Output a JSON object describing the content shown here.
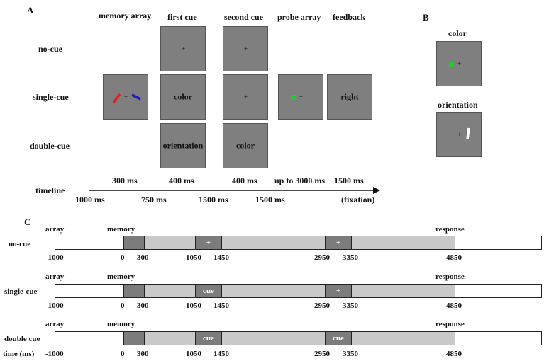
{
  "panelA": {
    "letter": "A",
    "columns": [
      "memory array",
      "first cue",
      "second cue",
      "probe array",
      "feedback"
    ],
    "rows": [
      "no-cue",
      "single-cue",
      "double-cue"
    ],
    "cues": {
      "single_first": "color",
      "double_first": "orientation",
      "double_second": "color",
      "feedback": "right"
    },
    "fixation": "+",
    "timeline": {
      "label": "timeline",
      "top_durations": [
        "300 ms",
        "400 ms",
        "400 ms",
        "up to 3000 ms",
        "1500 ms"
      ],
      "bottom_durations": [
        "1000 ms",
        "750 ms",
        "1500 ms",
        "1500 ms",
        "(fixation)"
      ]
    },
    "colors": {
      "red_bar": "#e02020",
      "blue_bar": "#1a1acc",
      "green_dot": "#22cc22",
      "box": "#7f7f7f"
    }
  },
  "panelB": {
    "letter": "B",
    "items": [
      "color",
      "orientation"
    ]
  },
  "panelC": {
    "letter": "C",
    "rows": [
      {
        "label": "no-cue",
        "cue1": "+",
        "cue2": "+"
      },
      {
        "label": "single-cue",
        "cue1": "cue",
        "cue2": "+"
      },
      {
        "label": "double cue",
        "cue1": "cue",
        "cue2": "cue"
      }
    ],
    "axis_label": "time (ms)",
    "above_labels": {
      "array": "array",
      "memory": "memory",
      "response": "response"
    },
    "ticks": [
      "-1000",
      "0",
      "300",
      "1050",
      "1450",
      "2950",
      "3350",
      "4850"
    ]
  }
}
